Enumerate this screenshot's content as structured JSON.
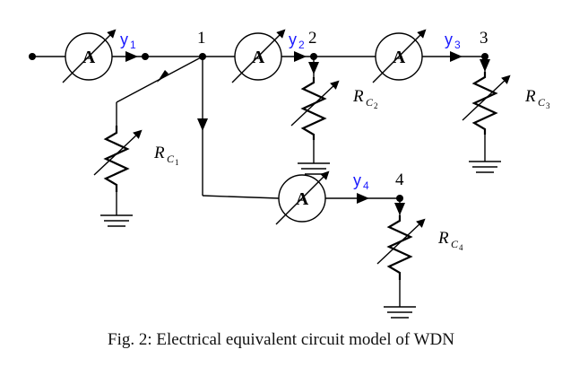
{
  "nodes": [
    {
      "id": "1",
      "label": "1"
    },
    {
      "id": "2",
      "label": "2"
    },
    {
      "id": "3",
      "label": "3"
    },
    {
      "id": "4",
      "label": "4"
    }
  ],
  "flows": [
    {
      "id": "y1",
      "base": "y",
      "sub": "1"
    },
    {
      "id": "y2",
      "base": "y",
      "sub": "2"
    },
    {
      "id": "y3",
      "base": "y",
      "sub": "3"
    },
    {
      "id": "y4",
      "base": "y",
      "sub": "4"
    }
  ],
  "ammeter_letter": "A",
  "resistors": [
    {
      "id": "rc1",
      "base": "R",
      "sub": "C",
      "subsub": "1"
    },
    {
      "id": "rc2",
      "base": "R",
      "sub": "C",
      "subsub": "2"
    },
    {
      "id": "rc3",
      "base": "R",
      "sub": "C",
      "subsub": "3"
    },
    {
      "id": "rc4",
      "base": "R",
      "sub": "C",
      "subsub": "4"
    }
  ],
  "caption": "Fig. 2: Electrical equivalent circuit model of WDN",
  "colors": {
    "wire": "#000000",
    "flow_label": "#1a1aff"
  }
}
